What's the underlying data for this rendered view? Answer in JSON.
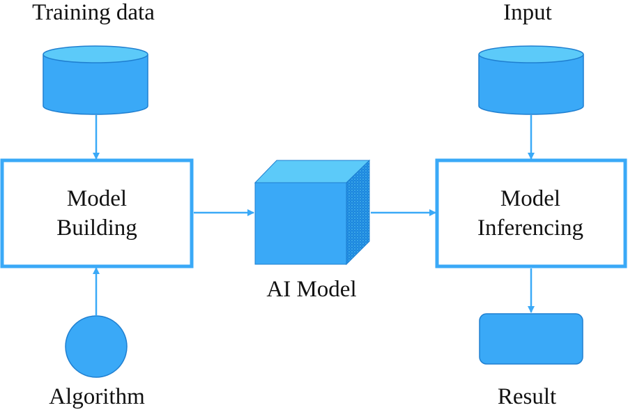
{
  "nodes": {
    "training_data": {
      "label": "Training data",
      "shape": "database"
    },
    "algorithm": {
      "label": "Algorithm",
      "shape": "circle"
    },
    "model_building": {
      "line1": "Model",
      "line2": "Building",
      "shape": "box"
    },
    "ai_model": {
      "label": "AI Model",
      "shape": "cube"
    },
    "input": {
      "label": "Input",
      "shape": "database"
    },
    "model_inferencing": {
      "line1": "Model",
      "line2": "Inferencing",
      "shape": "box"
    },
    "result": {
      "label": "Result",
      "shape": "rounded-rect"
    }
  },
  "edges": [
    {
      "from": "training_data",
      "to": "model_building"
    },
    {
      "from": "algorithm",
      "to": "model_building"
    },
    {
      "from": "model_building",
      "to": "ai_model"
    },
    {
      "from": "ai_model",
      "to": "model_inferencing"
    },
    {
      "from": "input",
      "to": "model_inferencing"
    },
    {
      "from": "model_inferencing",
      "to": "result"
    }
  ],
  "colors": {
    "fill": "#3aa9f7",
    "fill_light": "#5ccaf9",
    "fill_dark": "#1c86dc",
    "stroke": "#2f97f0",
    "text": "#111111"
  }
}
